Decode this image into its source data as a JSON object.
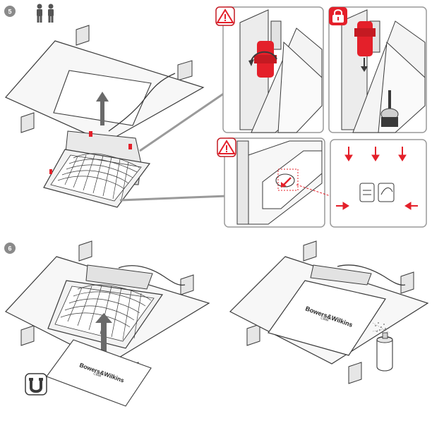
{
  "steps": [
    {
      "id": "step-5",
      "number": "5"
    },
    {
      "id": "step-6",
      "number": "6"
    }
  ],
  "brand": {
    "name": "Bowers&Wilkins",
    "subline": "CWM"
  },
  "icons": {
    "two_person": "two-person-icon",
    "warning": "warning-triangle-icon",
    "lock": "padlock-icon",
    "magnet": "magnet-icon",
    "spray": "spray-can-icon"
  },
  "colors": {
    "accent": "#e4202a",
    "badge": "#8a8a8a",
    "line": "#3a3a3a",
    "panel_border": "#9a9a9a",
    "grey_fill": "#d8d8d8",
    "light_fill": "#eeeeee"
  }
}
